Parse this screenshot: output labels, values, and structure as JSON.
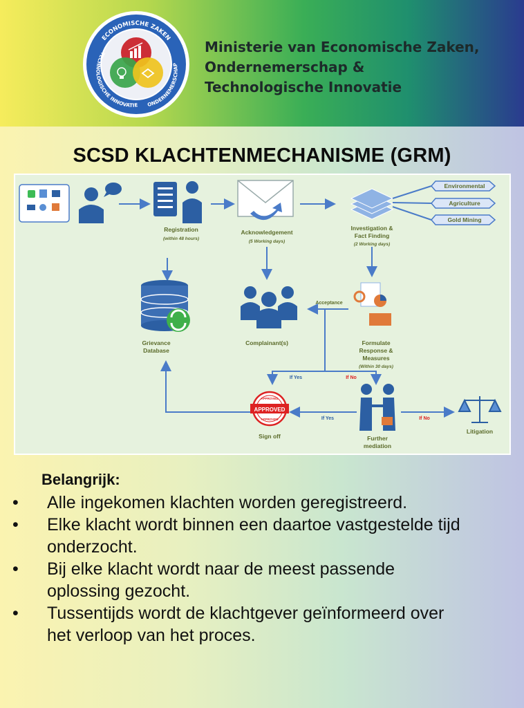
{
  "header": {
    "logo": {
      "ring_top": "ECONOMISCHE ZAKEN",
      "ring_left": "TECHNOLOGISCHE INNOVATIE",
      "ring_right": "ONDERNEMERSCHAP"
    },
    "ministry_lines": [
      "Ministerie van Economische Zaken,",
      "Ondernemerschap &",
      "Technologische Innovatie"
    ]
  },
  "title": "SCSD KLACHTENMECHANISME (GRM)",
  "diagram": {
    "steps": {
      "registration": {
        "label": "Registration",
        "sub": "(within 48 hours)"
      },
      "acknowledgement": {
        "label": "Acknowledgement",
        "sub": "(5 Working days)"
      },
      "investigation": {
        "label1": "Investigation &",
        "label2": "Fact Finding",
        "sub": "(2 Working days)"
      },
      "formulate": {
        "label1": "Formulate",
        "label2": "Response &",
        "label3": "Measures",
        "sub": "(Within 30 days)"
      },
      "grievance_db": {
        "label1": "Grievance",
        "label2": "Database"
      },
      "complainants": {
        "label": "Complainant(s)"
      },
      "sign_off": {
        "label": "Sign off"
      },
      "further_mediation": {
        "label1": "Further",
        "label2": "mediation"
      },
      "litigation": {
        "label": "Litigation"
      }
    },
    "sectors": [
      "Environmental",
      "Agriculture",
      "Gold Mining"
    ],
    "edges": {
      "acceptance": "Acceptance",
      "if_yes": "If Yes",
      "if_no": "If No"
    },
    "stamp": {
      "top": "APPROVED",
      "main": "APPROVED",
      "bottom": "APPROVED"
    },
    "colors": {
      "arrow": "#4a7bc8",
      "icon_blue": "#2c5fa3",
      "label": "#5b6b2a",
      "no": "#d22",
      "yes": "#2c5fa3"
    }
  },
  "notes": {
    "heading": "Belangrijk:",
    "bullet_char": "•",
    "items": [
      {
        "line1": "Alle ingekomen klachten worden geregistreerd.",
        "line2": ""
      },
      {
        "line1": "Elke klacht wordt binnen een daartoe vastgestelde tijd",
        "line2": "onderzocht."
      },
      {
        "line1": "Bij elke klacht wordt naar de meest passende",
        "line2": "oplossing gezocht."
      },
      {
        "line1": "Tussentijds wordt de klachtgever geïnformeerd over",
        "line2": "het verloop van het proces."
      }
    ]
  }
}
